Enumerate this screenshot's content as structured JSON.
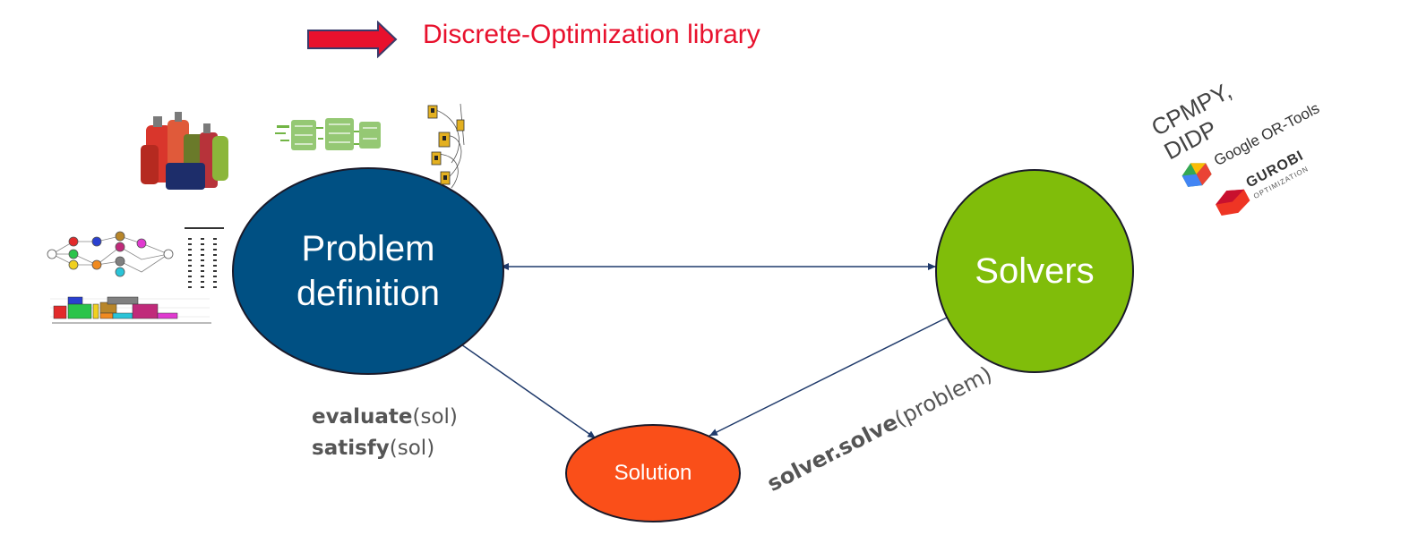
{
  "header": {
    "text": "Discrete-Optimization library",
    "arrow_color": "#e8112d"
  },
  "nodes": {
    "problem": {
      "line1": "Problem",
      "line2": "definition",
      "color": "#005083"
    },
    "solvers": {
      "label": "Solvers",
      "color": "#80bd0a"
    },
    "solution": {
      "label": "Solution",
      "color": "#fa4f19"
    }
  },
  "edges": {
    "evaluate_fn": "evaluate",
    "evaluate_arg": "(sol)",
    "satisfy_fn": "satisfy",
    "satisfy_arg": "(sol)",
    "solve_fn": "solver.solve",
    "solve_arg": "(problem)"
  },
  "solver_brands": {
    "cpmpy": "CPMPY,",
    "didp": "DIDP",
    "google": "Google OR-Tools",
    "gurobi": "GUROBI",
    "gurobi_sub": "OPTIMIZATION"
  },
  "icons": [
    "luggage-icon",
    "scatter-thumbnail-icon",
    "network-thumbnail-icon",
    "graph-schedule-thumbnail-icon",
    "google-or-tools-logo-icon",
    "gurobi-logo-icon"
  ]
}
